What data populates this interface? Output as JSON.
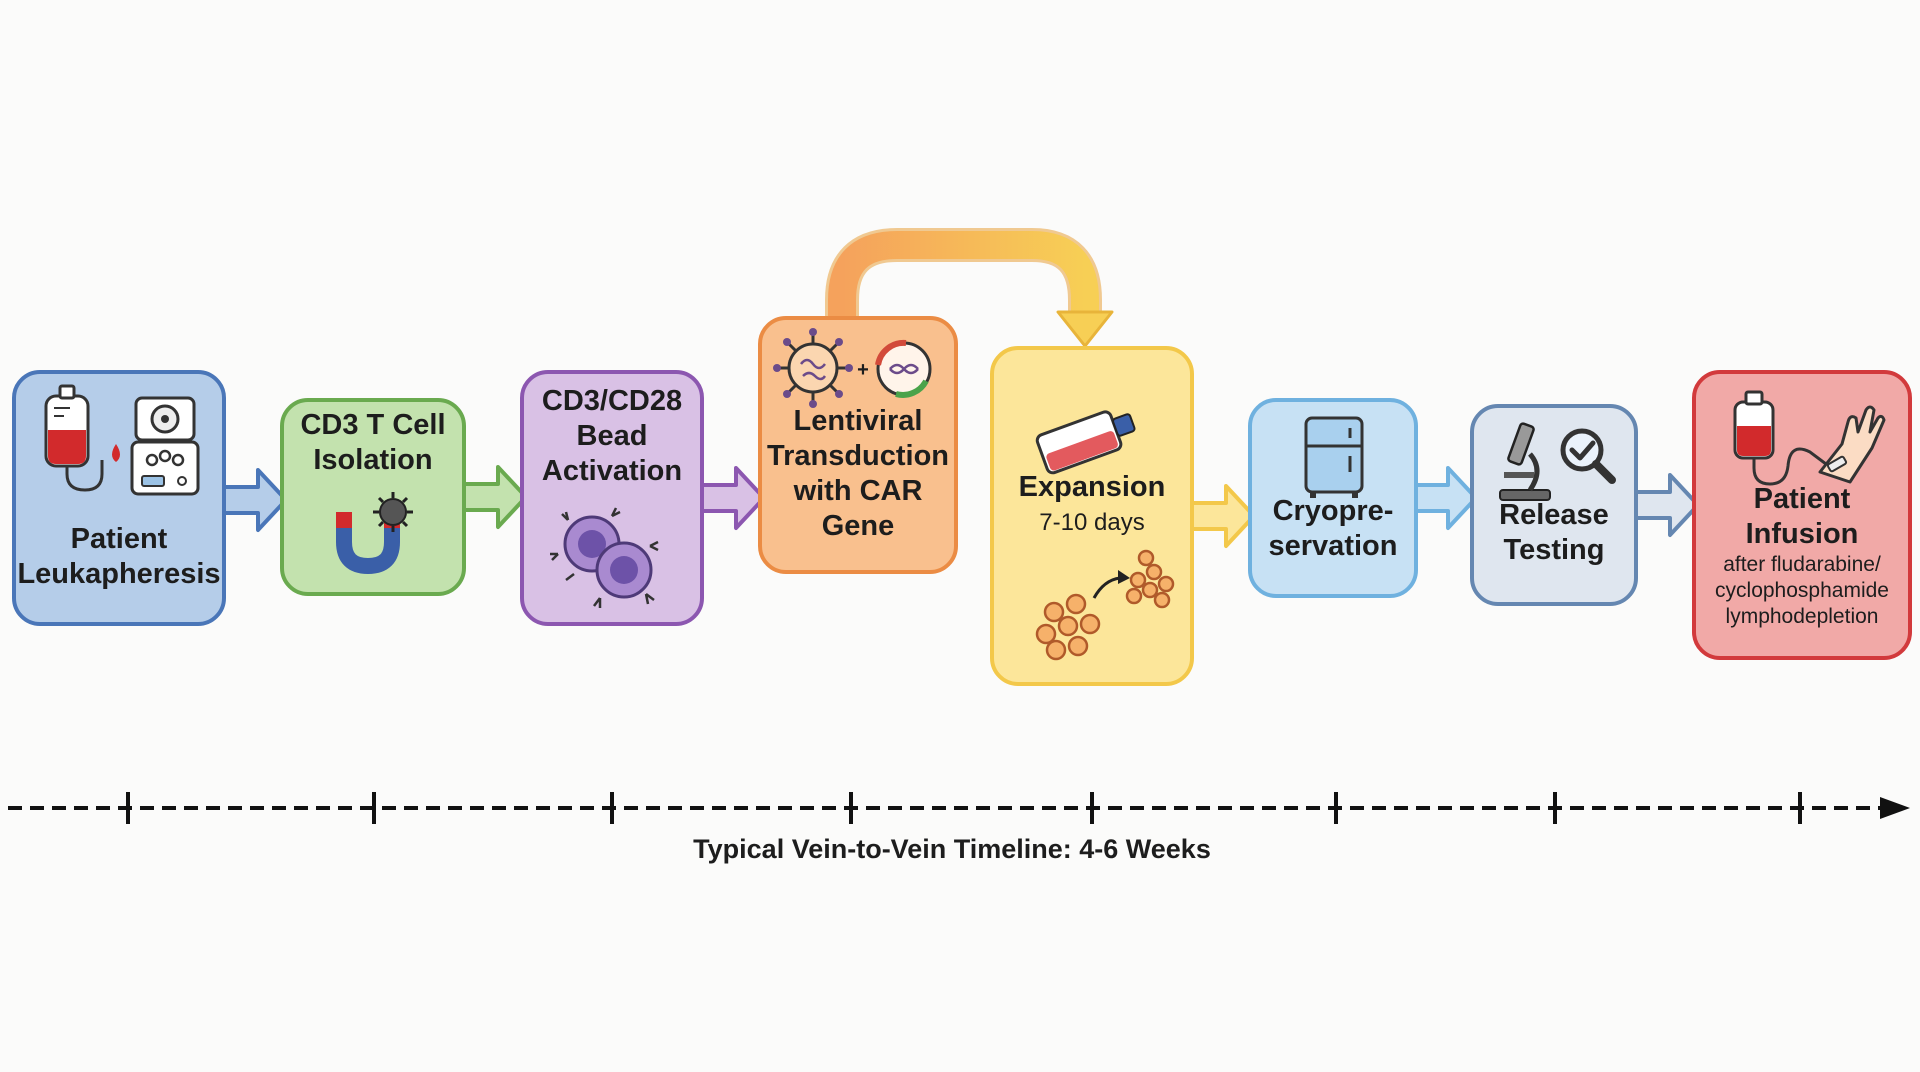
{
  "steps": [
    {
      "id": "leukapheresis",
      "lines": [
        "Patient",
        "Leukapheresis"
      ],
      "fill": "#b5cde9",
      "stroke": "#4a76b8"
    },
    {
      "id": "isolation",
      "lines": [
        "CD3 T Cell",
        "Isolation"
      ],
      "fill": "#c3e2ae",
      "stroke": "#6aaa4f"
    },
    {
      "id": "activation",
      "lines": [
        "CD3/CD28",
        "Bead",
        "Activation"
      ],
      "fill": "#d9c1e5",
      "stroke": "#8c57b0"
    },
    {
      "id": "transduction",
      "lines": [
        "Lentiviral",
        "Transduction",
        "with CAR",
        "Gene"
      ],
      "fill": "#f9c08e",
      "stroke": "#eb8c44"
    },
    {
      "id": "expansion",
      "lines": [
        "Expansion"
      ],
      "sub": "7-10 days",
      "fill": "#fce69a",
      "stroke": "#f3c84a"
    },
    {
      "id": "cryopreservation",
      "lines": [
        "Cryopre-",
        "servation"
      ],
      "fill": "#c7e1f4",
      "stroke": "#6fb1df"
    },
    {
      "id": "release",
      "lines": [
        "Release",
        "Testing"
      ],
      "fill": "#dfe6ef",
      "stroke": "#6587b1"
    },
    {
      "id": "infusion",
      "lines": [
        "Patient",
        "Infusion"
      ],
      "sub_lines": [
        "after fludarabine/",
        "cyclophosphamide",
        "lymphodepletion"
      ],
      "fill": "#f1a9a7",
      "stroke": "#d23a3c"
    }
  ],
  "plus_sign": "+",
  "timeline": {
    "label": "Typical Vein-to-Vein Timeline: 4-6 Weeks"
  },
  "colors": {
    "text": "#1d1d1d",
    "timeline": "#111111",
    "blood": "#d22a2c",
    "icon_line": "#3a3a3a",
    "bypass_start": "#f5a25c",
    "bypass_end": "#f7cf55"
  },
  "icons": [
    "blood-bag-icon",
    "centrifuge-icon",
    "magnet-icon",
    "bead-icon",
    "activated-cells-icon",
    "lentivirus-icon",
    "plasmid-icon",
    "culture-flask-icon",
    "cell-cluster-icon",
    "freezer-icon",
    "microscope-icon",
    "magnifier-check-icon",
    "iv-bag-icon",
    "arm-icon"
  ]
}
